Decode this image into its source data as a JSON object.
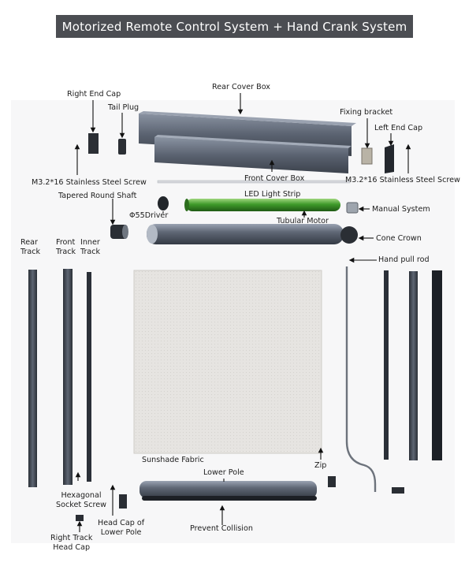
{
  "title": "Motorized Remote Control System + Hand Crank System",
  "parts": {
    "rear_cover_box": "Rear Cover Box",
    "right_end_cap": "Right End Cap",
    "tail_plug": "Tail Plug",
    "fixing_bracket": "Fixing bracket",
    "left_end_cap": "Left End Cap",
    "screw_left": "M3.2*16 Stainless Steel Screw",
    "screw_right": "M3.2*16 Stainless Steel Screw",
    "front_cover_box": "Front Cover Box",
    "led_light_strip": "LED Light Strip",
    "tapered_round_shaft": "Tapered Round Shaft",
    "driver": "Φ55Driver",
    "tubular_motor": "Tubular Motor",
    "manual_system": "Manual System",
    "cone_crown": "Cone Crown",
    "rear_track": "Rear\nTrack",
    "front_track": "Front\nTrack",
    "inner_track": "Inner\nTrack",
    "hand_pull_rod": "Hand pull rod",
    "sunshade_fabric": "Sunshade Fabric",
    "zip": "Zip",
    "lower_pole": "Lower Pole",
    "hex_socket_screw": "Hexagonal\nSocket Screw",
    "head_cap_lower_pole": "Head Cap of\nLower Pole",
    "prevent_collision": "Prevent Collision",
    "right_track_head_cap": "Right Track\nHead Cap"
  },
  "colors": {
    "title_bg": "#4b4d52",
    "panel_bg": "#f7f7f8",
    "aluminium": "#4f5663",
    "aluminium_light": "#6b7382",
    "motor_green": "#3f9a2a",
    "track_dark": "#2f343c",
    "fabric": "#e4e2df"
  }
}
